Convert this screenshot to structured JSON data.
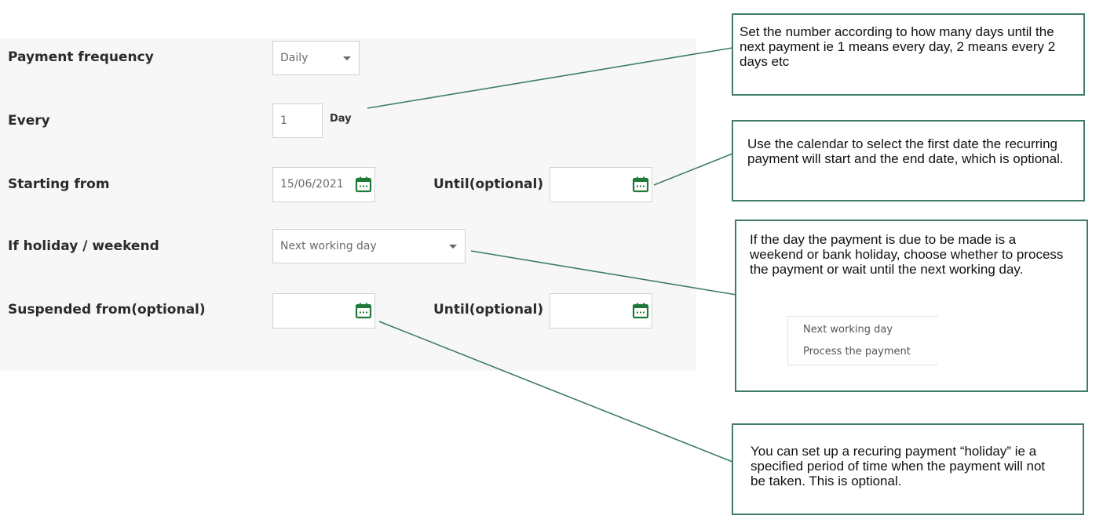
{
  "colors": {
    "accent_green": "#3f7d66",
    "calendar_icon_green": "#1f7a3a",
    "panel_bg": "#f7f7f7"
  },
  "form": {
    "payment_frequency": {
      "label": "Payment frequency",
      "value": "Daily",
      "icon": "chevron-down-icon"
    },
    "every": {
      "label": "Every",
      "value": "1",
      "unit": "Day"
    },
    "starting_from": {
      "label": "Starting from",
      "value": "15/06/2021",
      "icon": "calendar-icon"
    },
    "until_1": {
      "label": "Until(optional)",
      "value": "",
      "icon": "calendar-icon"
    },
    "if_holiday": {
      "label": "If holiday / weekend",
      "value": "Next working day",
      "icon": "chevron-down-icon"
    },
    "suspended_from": {
      "label": "Suspended from(optional)",
      "value": "",
      "icon": "calendar-icon"
    },
    "until_2": {
      "label": "Until(optional)",
      "value": "",
      "icon": "calendar-icon"
    }
  },
  "callouts": {
    "frequency": "Set the number according to how many days until the next payment ie 1 means every day, 2 means every 2 days etc",
    "calendar": "Use the calendar to select the first date the recurring payment will start and the end date, which is optional.",
    "holiday": "If the day the payment is due to be made is a weekend or bank holiday, choose whether to process the payment or wait until the next working day.",
    "holiday_options": [
      "Next working day",
      "Process the payment"
    ],
    "suspend": "You can set up a recuring payment “holiday” ie a specified period of time when the payment will not be taken.  This is optional."
  }
}
